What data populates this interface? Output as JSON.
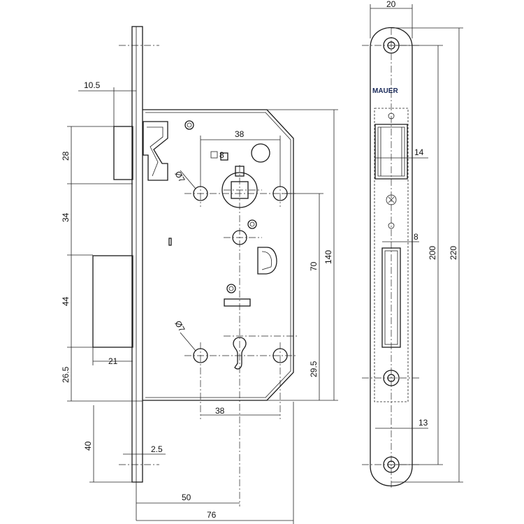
{
  "dimensions": {
    "backset_50": "50",
    "overall_76": "76",
    "latch_proj_10_5": "10.5",
    "latch_height_28": "28",
    "spacing_34": "34",
    "bolt_height_44": "44",
    "bottom_26_5": "26.5",
    "bolt_width_21": "21",
    "faceplate_40": "40",
    "faceplate_thk_2_5": "2.5",
    "hole_spacing_top_38": "38",
    "hole_spacing_bottom_38": "38",
    "square_8": "8",
    "dia_7_top": "Ø7",
    "dia_7_bottom": "Ø7",
    "center_70": "70",
    "case_140": "140",
    "key_29_5": "29.5",
    "plate_width_20": "20",
    "plate_latch_14": "14",
    "plate_bolt_8": "8",
    "plate_13": "13",
    "plate_200": "200",
    "plate_220": "220"
  },
  "brand": "MAUER"
}
